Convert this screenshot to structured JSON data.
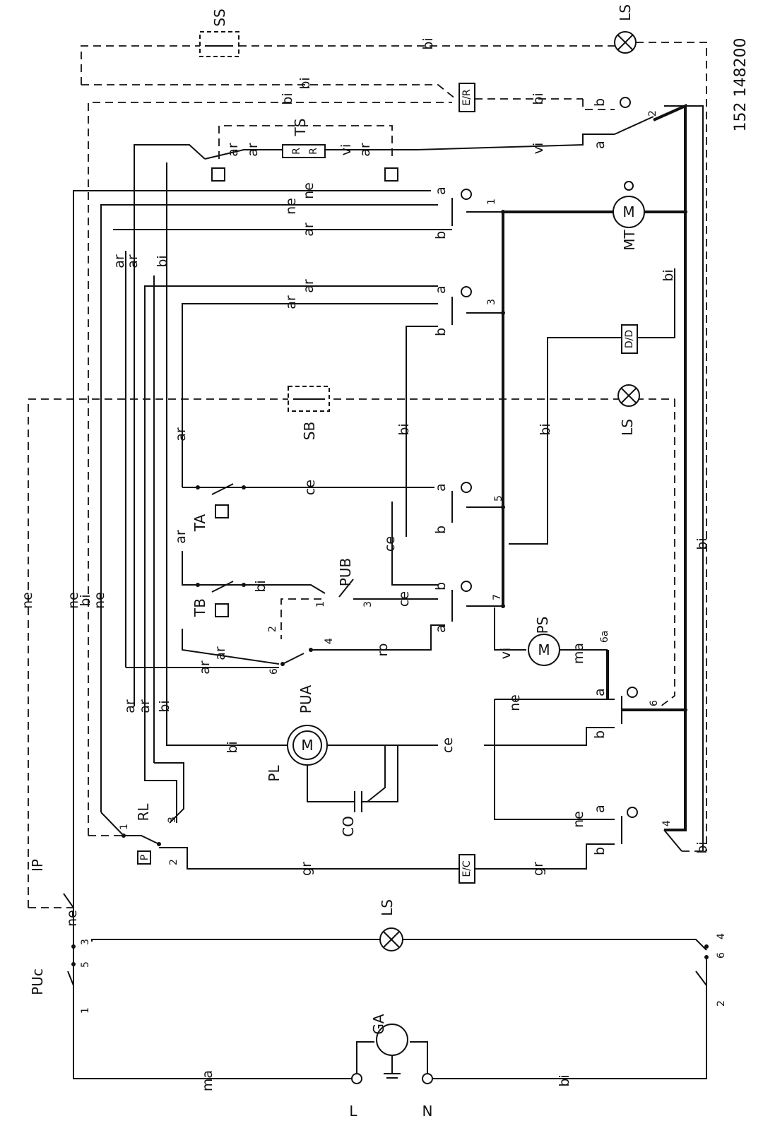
{
  "document_number": "152 148200",
  "mains": {
    "line_label": "L",
    "neutral_label": "N"
  },
  "components": {
    "GA": "GA",
    "PUc": "PUc",
    "IP": "IP",
    "P": "P",
    "RL": "RL",
    "PL": "PL",
    "CO": "CO",
    "PUa": "PUA",
    "PUb": "PUB",
    "TB": "TB",
    "TA": "TA",
    "SB": "SB",
    "SS": "SS",
    "TS": "TS",
    "MT": "MT",
    "PS": "PS",
    "LS": "LS",
    "EC": "E/C",
    "ER": "E/R",
    "DD": "D/D",
    "R": "R"
  },
  "wire_codes": {
    "ma": "ma",
    "bi": "bi",
    "ne": "ne",
    "ar": "ar",
    "vi": "vi",
    "ce": "ce",
    "ro": "ro",
    "gr": "gr",
    "b": "b",
    "a": "a"
  },
  "terminals": {
    "t1": "1",
    "t2": "2",
    "t3": "3",
    "t4": "4",
    "t5": "5",
    "t6": "6",
    "t7": "7",
    "t6a": "6a"
  }
}
